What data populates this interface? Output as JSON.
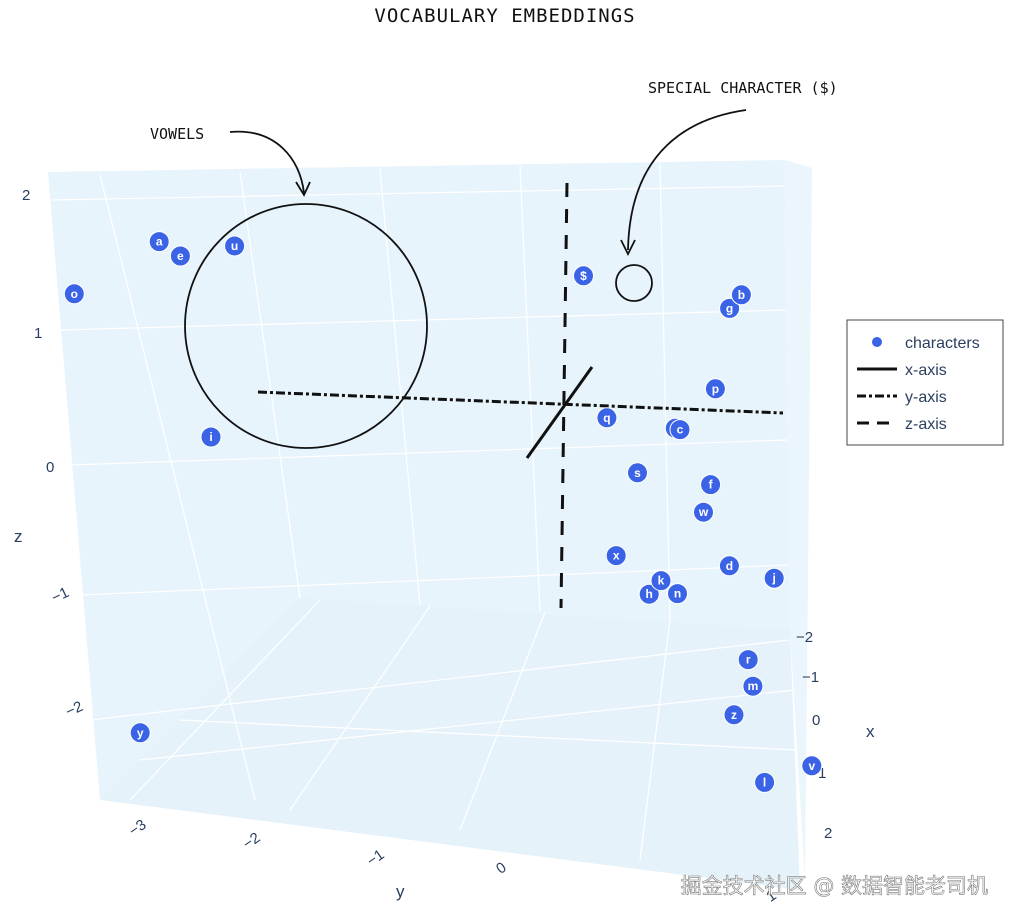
{
  "title": "VOCABULARY EMBEDDINGS",
  "watermark": "掘金技术社区 @ 数据智能老司机",
  "annotations": {
    "vowels": "VOWELS",
    "special": "SPECIAL CHARACTER ($)"
  },
  "legend": {
    "placement": "right",
    "items": [
      {
        "label": "characters",
        "style": "marker"
      },
      {
        "label": "x-axis",
        "style": "solid"
      },
      {
        "label": "y-axis",
        "style": "dashdot"
      },
      {
        "label": "z-axis",
        "style": "dash"
      }
    ]
  },
  "colors": {
    "marker": "#3b63e6",
    "pane": "#e8f4fb",
    "grid": "#ffffff",
    "tick": "#2a3f5f"
  },
  "chart_data": {
    "type": "scatter",
    "projection": "3d",
    "title": "VOCABULARY EMBEDDINGS",
    "axes": {
      "x": {
        "label": "x",
        "ticks": [
          "−2",
          "−1",
          "0",
          "1",
          "2"
        ]
      },
      "y": {
        "label": "y",
        "ticks": [
          "−3",
          "−2",
          "−1",
          "0",
          "1"
        ]
      },
      "z": {
        "label": "z",
        "ticks": [
          "2",
          "1",
          "0",
          "−1",
          "−2"
        ]
      }
    },
    "series": [
      {
        "name": "characters",
        "labels": [
          "a",
          "e",
          "u",
          "o",
          "i",
          "$",
          "g",
          "b",
          "p",
          "q",
          "t",
          "c",
          "s",
          "f",
          "w",
          "x",
          "d",
          "j",
          "h",
          "k",
          "n",
          "r",
          "m",
          "z",
          "y",
          "v",
          "l"
        ],
        "x": [
          -1.4,
          -1.3,
          -1.2,
          -1.1,
          -1.0,
          -1.5,
          -1.2,
          -1.3,
          -0.8,
          -0.3,
          -0.6,
          -0.5,
          0.0,
          -0.2,
          0.0,
          0.6,
          0.2,
          0.1,
          0.6,
          0.5,
          0.5,
          0.6,
          0.7,
          1.0,
          -0.4,
          0.9,
          1.3
        ],
        "y": [
          -2.0,
          -1.9,
          -1.6,
          -2.6,
          -1.8,
          0.6,
          1.4,
          1.5,
          1.2,
          0.4,
          0.9,
          0.9,
          0.5,
          1.0,
          0.9,
          0.2,
          1.0,
          1.3,
          0.4,
          0.5,
          0.6,
          1.0,
          1.0,
          0.8,
          -2.4,
          1.3,
          0.9
        ],
        "z": [
          1.3,
          1.2,
          1.3,
          0.9,
          -0.2,
          1.1,
          0.9,
          1.0,
          0.3,
          0.1,
          0.0,
          0.0,
          -0.3,
          -0.4,
          -0.6,
          -0.9,
          -1.0,
          -1.1,
          -1.2,
          -1.1,
          -1.2,
          -1.7,
          -1.9,
          -2.1,
          -2.5,
          -2.5,
          -2.6
        ]
      },
      {
        "name": "x-axis",
        "style": "solid"
      },
      {
        "name": "y-axis",
        "style": "dashdot"
      },
      {
        "name": "z-axis",
        "style": "dash"
      }
    ]
  }
}
